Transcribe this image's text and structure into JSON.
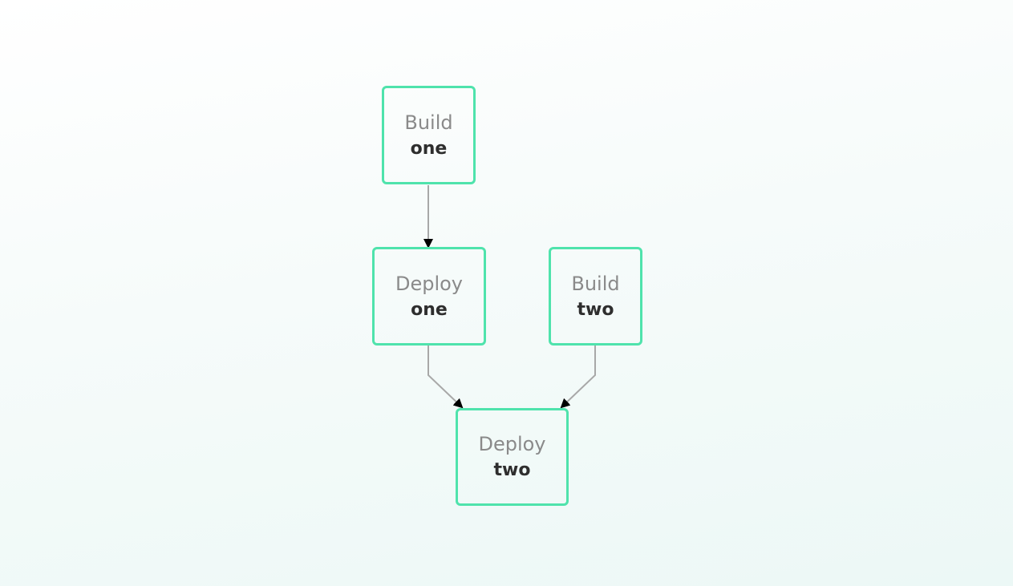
{
  "nodes": [
    {
      "id": "build-one",
      "kind": "Build",
      "name": "one"
    },
    {
      "id": "deploy-one",
      "kind": "Deploy",
      "name": "one"
    },
    {
      "id": "build-two",
      "kind": "Build",
      "name": "two"
    },
    {
      "id": "deploy-two",
      "kind": "Deploy",
      "name": "two"
    }
  ],
  "edges": [
    {
      "from": "build-one",
      "to": "deploy-one"
    },
    {
      "from": "deploy-one",
      "to": "deploy-two"
    },
    {
      "from": "build-two",
      "to": "deploy-two"
    }
  ],
  "colors": {
    "node_border": "#4fe3ac",
    "kind_text": "#8a8a8a",
    "name_text": "#2e2e2e",
    "edge": "#a8a8a8",
    "arrowhead": "#000000"
  }
}
